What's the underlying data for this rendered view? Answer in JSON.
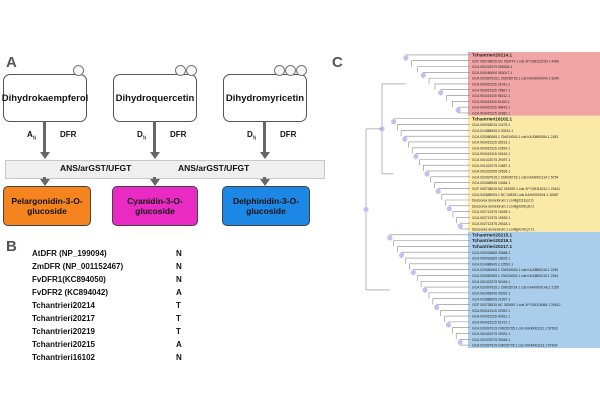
{
  "panel_labels": {
    "a": "A",
    "b": "B",
    "c": "C"
  },
  "panel_a": {
    "substrates": [
      "Dihydrokaempferol",
      "Dihydroquercetin",
      "Dihydromyricetin"
    ],
    "residue_labels": [
      {
        "letter": "A",
        "sub": "N"
      },
      {
        "letter": "D",
        "sub": "N"
      },
      {
        "letter": "D",
        "sub": "N"
      }
    ],
    "enzyme": "DFR",
    "shared_step": "ANS/arGST/UFGT",
    "products": [
      {
        "name": "Pelargonidin-3-O-glucoside",
        "color": "#f5841f"
      },
      {
        "name": "Cyanidin-3-O-glucoside",
        "color": "#e92bc4"
      },
      {
        "name": "Delphinidin-3-O-glucoside",
        "color": "#1c87e4"
      }
    ]
  },
  "panel_b": {
    "rows": [
      {
        "name": "AtDFR (NP_199094)",
        "residue": "N"
      },
      {
        "name": "ZmDFR (NP_001152467)",
        "residue": "N"
      },
      {
        "name": "FvDFR1(KC894050)",
        "residue": "N"
      },
      {
        "name": "FvDFR2 (KC894042)",
        "residue": "A"
      },
      {
        "name": "Tchantrieri20214",
        "residue": "T"
      },
      {
        "name": "Tchantrieri20217",
        "residue": "T"
      },
      {
        "name": "Tchantrieri20219",
        "residue": "T"
      },
      {
        "name": "Tchantrieri20215",
        "residue": "A"
      },
      {
        "name": "Tchantrieri16102",
        "residue": "N"
      }
    ]
  },
  "panel_c": {
    "clade_colors": {
      "red": "#f2a5a5",
      "yellow": "#fbe9a8",
      "blue": "#a9cdea"
    },
    "highlighted_labels": [
      "Tchantrieri20214.1",
      "Tchantrieri16102.1",
      "Tchantrieri20215.1",
      "Tchantrieri20219.1",
      "Tchantrieri20217.1"
    ],
    "leaves": [
      {
        "label": "Tchantrieri20214.1",
        "clade": "red"
      },
      {
        "label": "GCF 000738915 NC 052474.1 cds XP 039122230.1 4469",
        "clade": "red"
      },
      {
        "label": "GCA 001022075 055338.1",
        "clade": "red"
      },
      {
        "label": "GCA 000180000 063017.1",
        "clade": "red"
      },
      {
        "label": "GCA 020397915.1 CM035715.1 cds KAH0000040.1 5240",
        "clade": "red"
      },
      {
        "label": "GCA 903415115 21041.1",
        "clade": "red"
      },
      {
        "label": "GCA 903415115 78967.1",
        "clade": "red"
      },
      {
        "label": "GCA 903415115 56312.1",
        "clade": "red"
      },
      {
        "label": "GCA 903415115 51163.1",
        "clade": "red"
      },
      {
        "label": "GCA 903415115 38443.1",
        "clade": "red"
      },
      {
        "label": "GCA 903415115 31682.1",
        "clade": "red"
      },
      {
        "label": "Tchantrieri16102.1",
        "clade": "yellow"
      },
      {
        "label": "GCA 000018015 10278.1",
        "clade": "yellow"
      },
      {
        "label": "GCA 014388945.3 53161.1",
        "clade": "yellow"
      },
      {
        "label": "GCA 020080065.1 CM034016.1 cds KAJ0860084.1 2183",
        "clade": "yellow"
      },
      {
        "label": "GCA 903415115 32613.1",
        "clade": "yellow"
      },
      {
        "label": "GCA 903415115 23254.1",
        "clade": "yellow"
      },
      {
        "label": "GCA 903415115 42443.1",
        "clade": "yellow"
      },
      {
        "label": "GCA 001022075 29497.1",
        "clade": "yellow"
      },
      {
        "label": "GCA 001022075 24887.1",
        "clade": "yellow"
      },
      {
        "label": "GCA 001022055 29536.1",
        "clade": "yellow"
      },
      {
        "label": "GCA 020397915.1 CM035718.1 cds KAH0001114.1 5754",
        "clade": "yellow"
      },
      {
        "label": "GCA 002468945 13464.1",
        "clade": "yellow"
      },
      {
        "label": "GCF 000738915 NC 052490.1 cds XP 039116211.1 23611",
        "clade": "yellow"
      },
      {
        "label": "GCA 002888005.1 NC 048151 cds KAH0000194.1 16087",
        "clade": "yellow"
      },
      {
        "label": "Dioscorea dumetorum.1 contig0118.p2.t1",
        "clade": "yellow"
      },
      {
        "label": "Dioscorea dumetorum.1 contig0306.p6.t1",
        "clade": "yellow"
      },
      {
        "label": "GCA 002712375 15035.1",
        "clade": "yellow"
      },
      {
        "label": "GCA 002712375 15530.1",
        "clade": "yellow"
      },
      {
        "label": "GCA 002712375 29418.1",
        "clade": "yellow"
      },
      {
        "label": "Dioscorea dumetorum.1 contig0140.p7.t1",
        "clade": "yellow"
      },
      {
        "label": "Tchantrieri20215.1",
        "clade": "blue"
      },
      {
        "label": "Tchantrieri20219.1",
        "clade": "blue"
      },
      {
        "label": "Tchantrieri20217.1",
        "clade": "blue"
      },
      {
        "label": "GCA 000018665 25688.1",
        "clade": "blue"
      },
      {
        "label": "GCA 000018665 18625.1",
        "clade": "blue"
      },
      {
        "label": "GCA 014388945.3 23591.1",
        "clade": "blue"
      },
      {
        "label": "GCA 020080065.1 CM034016.1 cds KAJ0860016.1 2155",
        "clade": "blue"
      },
      {
        "label": "GCA 020080065.1 CM034016.1 cds KAJ0860015.1 2154",
        "clade": "blue"
      },
      {
        "label": "GCA 001022075 52446.1",
        "clade": "blue"
      },
      {
        "label": "GCA 020397915.1 CM035714.1 cds KAH0000146.1 2155",
        "clade": "blue"
      },
      {
        "label": "GCA 002468945 05092.1",
        "clade": "blue"
      },
      {
        "label": "GCA 002888005 21997.1",
        "clade": "blue"
      },
      {
        "label": "GCF 000738915 NC 052490.1 cds XP 039118066.1 26612",
        "clade": "blue"
      },
      {
        "label": "GCA 903415115 22392.1",
        "clade": "blue"
      },
      {
        "label": "GCA 903415115 40261.1",
        "clade": "blue"
      },
      {
        "label": "GCA 903415115 51372.1",
        "clade": "blue"
      },
      {
        "label": "GCA 020397915 CM035705.1 cds KAH0001112.1 57633",
        "clade": "blue"
      },
      {
        "label": "GCA 001022075 29491.1",
        "clade": "blue"
      },
      {
        "label": "GCA 001022075 25446.1",
        "clade": "blue"
      },
      {
        "label": "GCA 020397915 CM035705.1 cds KAH0001113.1 57634",
        "clade": "blue"
      }
    ]
  }
}
